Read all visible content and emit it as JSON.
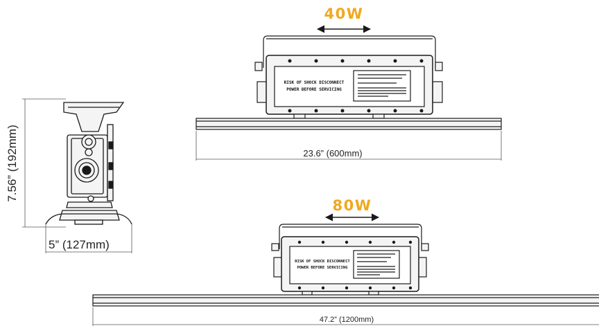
{
  "colors": {
    "accent": "#f2a81d",
    "line": "#1a1a1a",
    "panel": "#f4f4f4",
    "dim_line": "#555555"
  },
  "side_view": {
    "height_label": "7.56” (192mm)",
    "width_label": "5” (127mm)"
  },
  "fixture_40w": {
    "wattage_label": "40W",
    "length_label": "23.6” (600mm)",
    "warning_line1": "RISK OF SHOCK DISCONNECT",
    "warning_line2": "POWER BEFORE SERVICING"
  },
  "fixture_80w": {
    "wattage_label": "80W",
    "length_label": "47.2” (1200mm)",
    "warning_line1": "RISK OF SHOCK DISCONNECT",
    "warning_line2": "POWER BEFORE SERVICING"
  },
  "icons": {
    "width_arrow": "double-headed-horizontal-arrow"
  }
}
